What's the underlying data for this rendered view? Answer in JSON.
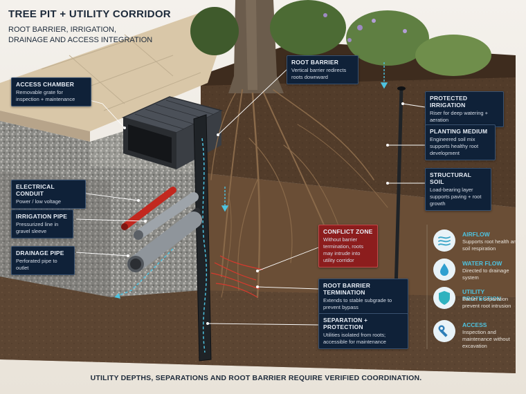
{
  "header": {
    "title": "TREE PIT + UTILITY CORRIDOR",
    "subtitle": "ROOT BARRIER, IRRIGATION, DRAINAGE AND ACCESS INTEGRATION"
  },
  "callouts": {
    "access_chamber": {
      "title": "ACCESS CHAMBER",
      "text": "Removable grate for inspection + maintenance"
    },
    "root_barrier": {
      "title": "ROOT BARRIER",
      "text": "Vertical barrier redirects roots downward"
    },
    "protected_irrigation": {
      "title": "PROTECTED IRRIGATION",
      "text": "Riser for deep watering + aeration"
    },
    "planting_medium": {
      "title": "PLANTING MEDIUM",
      "text": "Engineered soil mix supports healthy root development"
    },
    "structural_soil": {
      "title": "STRUCTURAL SOIL",
      "text": "Load-bearing layer supports paving + root growth"
    },
    "electrical_conduit": {
      "title": "ELECTRICAL CONDUIT",
      "text": "Power / low voltage"
    },
    "irrigation_pipe": {
      "title": "IRRIGATION PIPE",
      "text": "Pressurized line in gravel sleeve"
    },
    "drainage_pipe": {
      "title": "DRAINAGE PIPE",
      "text": "Perforated pipe to outlet"
    },
    "conflict_zone": {
      "title": "CONFLICT ZONE",
      "text": "Without barrier termination, roots may intrude into utility corridor"
    },
    "barrier_termination": {
      "title": "ROOT BARRIER TERMINATION",
      "text": "Extends to stable subgrade to prevent bypass"
    },
    "separation": {
      "title": "SEPARATION + PROTECTION",
      "text": "Utilities isolated from roots; accessible for maintenance"
    }
  },
  "legend": [
    {
      "icon": "airflow-icon",
      "title": "AIRFLOW",
      "text": "Supports root health and soil respiration"
    },
    {
      "icon": "water-drop-icon",
      "title": "WATER FLOW",
      "text": "Directed to drainage system"
    },
    {
      "icon": "shield-icon",
      "title": "UTILITY PROTECTION",
      "text": "Barrier + separation prevent root intrusion"
    },
    {
      "icon": "wrench-icon",
      "title": "ACCESS",
      "text": "Inspection and maintenance without excavation"
    }
  ],
  "footer": {
    "note": "UTILITY DEPTHS, SEPARATIONS AND ROOT BARRIER REQUIRE VERIFIED COORDINATION."
  },
  "colors": {
    "callout_bg": "#0f2138",
    "conflict_bg": "#8c1d1d",
    "accent_cyan": "#4ec3e0",
    "soil_dark": "#4a3626",
    "paving": "#d9c7a8"
  }
}
